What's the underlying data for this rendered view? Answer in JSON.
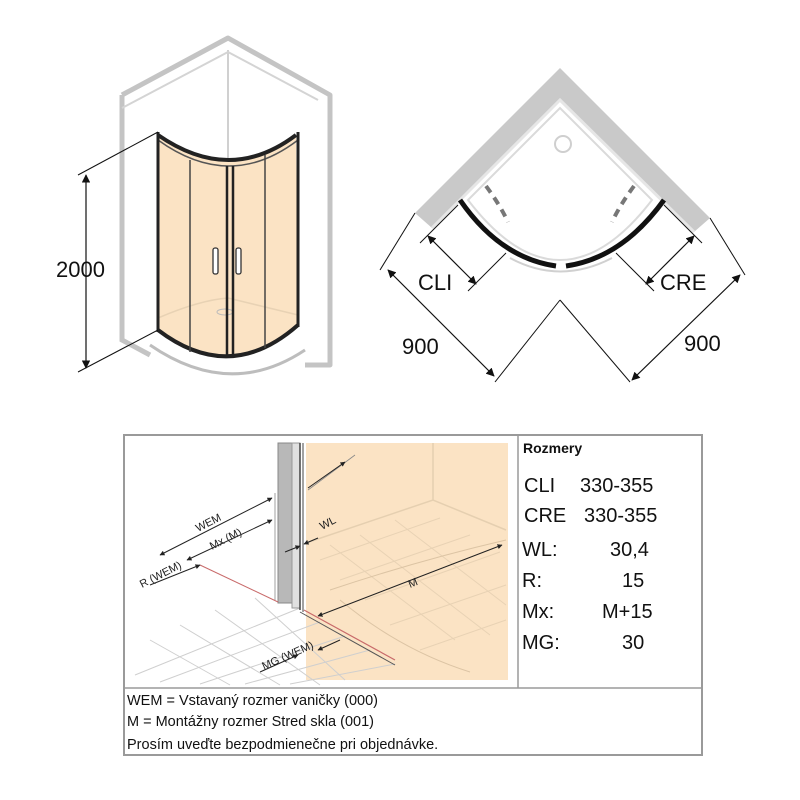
{
  "iso_view": {
    "height_label": "2000"
  },
  "top_view": {
    "left_label": "CLI",
    "right_label": "CRE",
    "left_dim": "900",
    "right_dim": "900"
  },
  "detail_view": {
    "wem_label": "WEM",
    "mx_label": "Mx (M)",
    "r_label": "R (WEM)",
    "wl_label": "WL",
    "m_label": "M",
    "mg_label": "MG (WEM)"
  },
  "table": {
    "title": "Rozmery",
    "rows": [
      {
        "key": "CLI",
        "value": "330-355"
      },
      {
        "key": "CRE",
        "value": "330-355"
      },
      {
        "key": "WL:",
        "value": "30,4"
      },
      {
        "key": "R:",
        "value": "15"
      },
      {
        "key": "Mx:",
        "value": "M+15"
      },
      {
        "key": "MG:",
        "value": "30"
      }
    ]
  },
  "notes": [
    "WEM = Vstavaný rozmer vaničky (000)",
    "M = Montážny rozmer Stred skla (001)",
    "Prosím uveďte bezpodmienečne pri objednávke."
  ],
  "colors": {
    "glass": "#fbe3c4",
    "wall": "#c9c9c9",
    "line": "#111111",
    "frame": "#9a9a9a"
  }
}
